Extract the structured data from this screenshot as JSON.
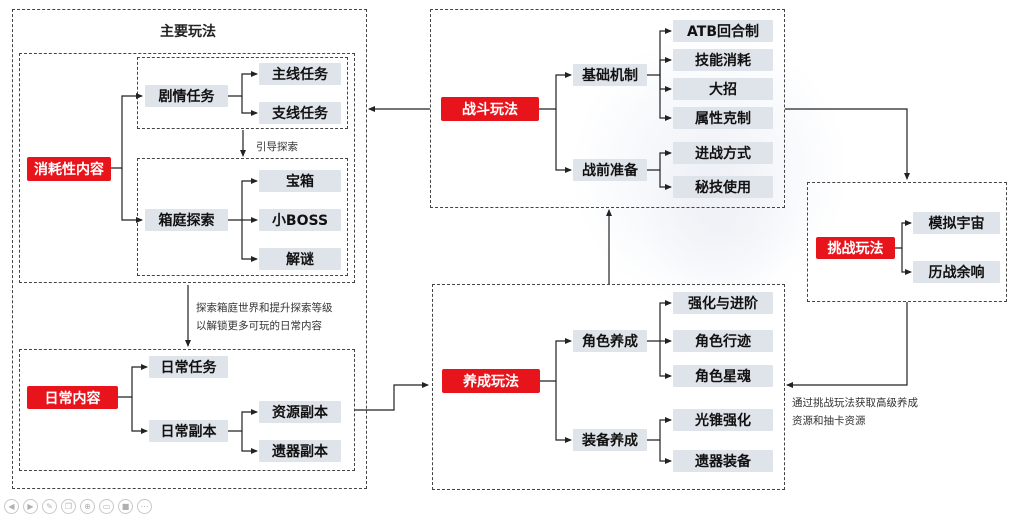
{
  "main_gameplay": {
    "title": "主要玩法",
    "consumable": {
      "label": "消耗性内容",
      "story": {
        "label": "剧情任务",
        "items": [
          "主线任务",
          "支线任务"
        ]
      },
      "guide_note": "引导探索",
      "explore": {
        "label": "箱庭探索",
        "items": [
          "宝箱",
          "小BOSS",
          "解谜"
        ]
      }
    },
    "unlock_note": [
      "探索箱庭世界和提升探索等级",
      "以解锁更多可玩的日常内容"
    ],
    "daily": {
      "label": "日常内容",
      "task": "日常任务",
      "dungeon": {
        "label": "日常副本",
        "items": [
          "资源副本",
          "遗器副本"
        ]
      }
    }
  },
  "combat": {
    "label": "战斗玩法",
    "basic": {
      "label": "基础机制",
      "items": [
        "ATB回合制",
        "技能消耗",
        "大招",
        "属性克制"
      ]
    },
    "prep": {
      "label": "战前准备",
      "items": [
        "进战方式",
        "秘技使用"
      ]
    }
  },
  "growth": {
    "label": "养成玩法",
    "character": {
      "label": "角色养成",
      "items": [
        "强化与进阶",
        "角色行迹",
        "角色星魂"
      ]
    },
    "equipment": {
      "label": "装备养成",
      "items": [
        "光锥强化",
        "遗器装备"
      ]
    }
  },
  "challenge": {
    "label": "挑战玩法",
    "items": [
      "模拟宇宙",
      "历战余响"
    ],
    "note": [
      "通过挑战玩法获取高级养成",
      "资源和抽卡资源"
    ]
  },
  "colors": {
    "accent": "#e8141c",
    "node": "#dfe3ea",
    "line": "#222222"
  },
  "toolbar_icons": [
    "prev-icon",
    "next-icon",
    "pen-icon",
    "copy-icon",
    "zoom-icon",
    "screen-icon",
    "camera-icon",
    "more-icon"
  ]
}
